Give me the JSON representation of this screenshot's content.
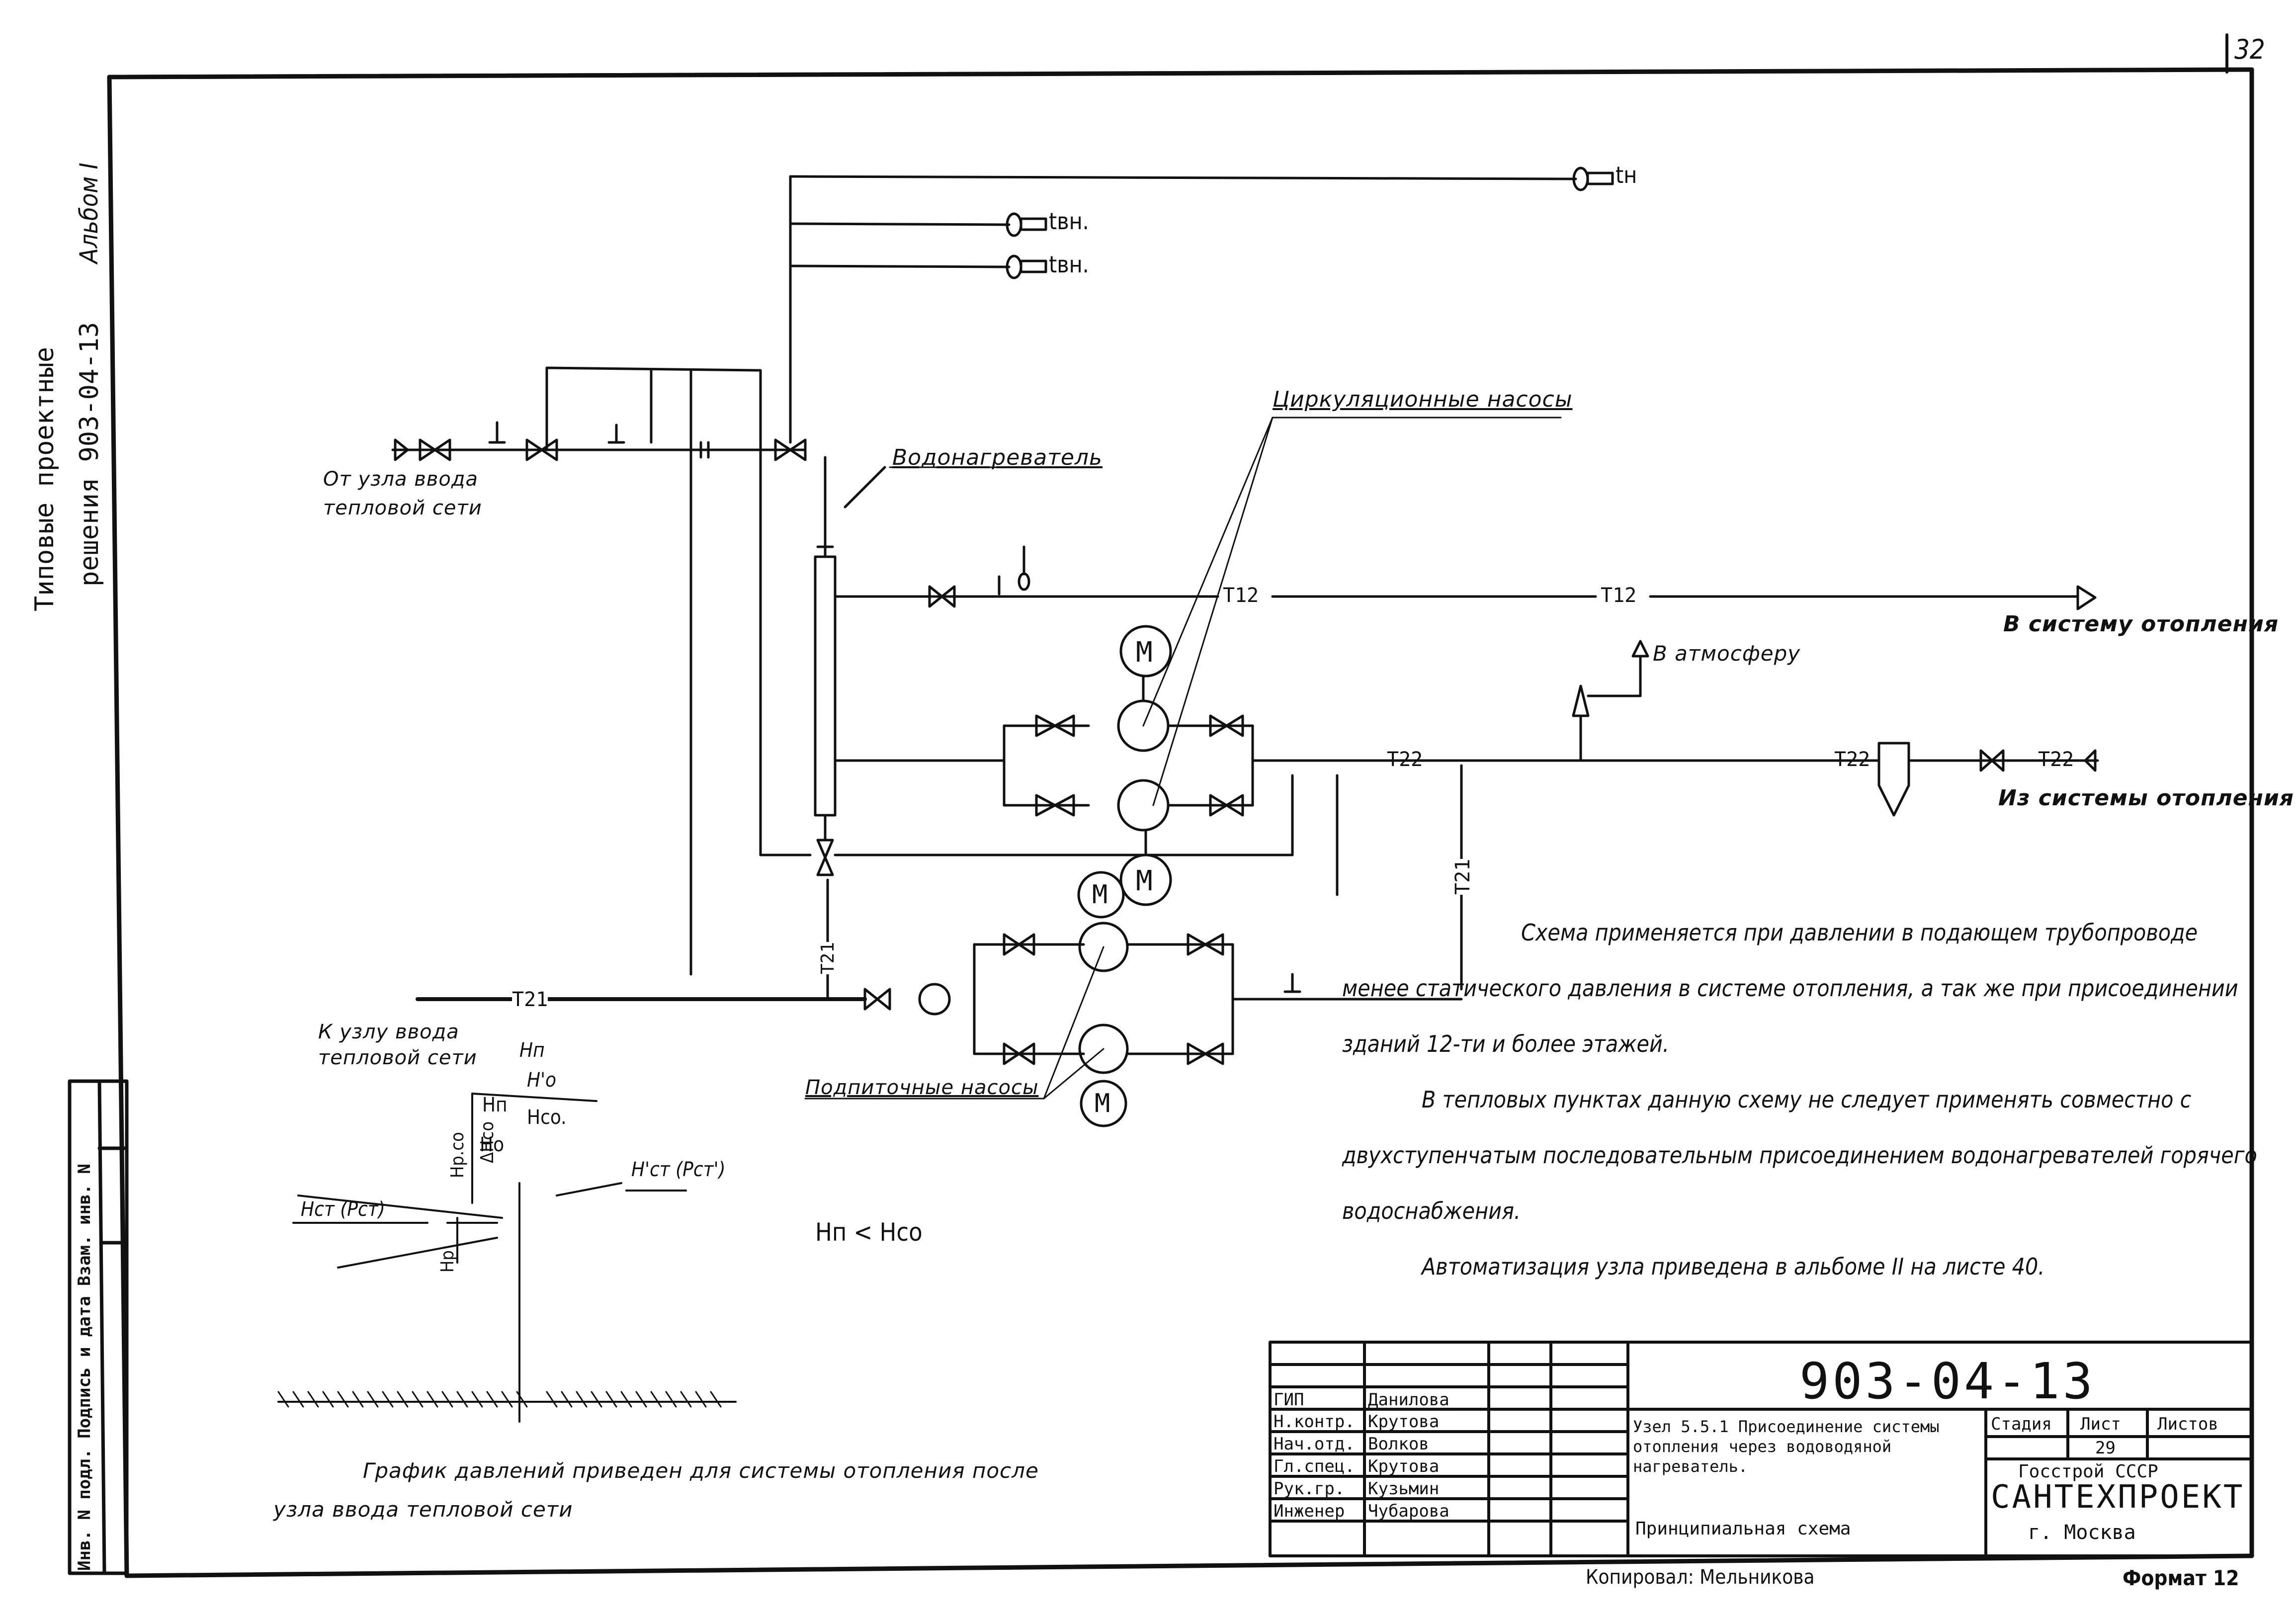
{
  "sheet": {
    "page_number": "32",
    "side_stamp": {
      "line1": "Типовые проектные",
      "line2": "решения 903-04-13",
      "album": "Альбом I"
    },
    "side_box_label": "Инв. N подл. Подпись и дата Взам. инв. N"
  },
  "diagram": {
    "labels": {
      "from_heat_network": [
        "От узла ввода",
        "тепловой сети"
      ],
      "to_heat_network": [
        "К узлу ввода",
        "тепловой сети"
      ],
      "water_heater": "Водонагреватель",
      "circulation_pumps": "Циркуляционные насосы",
      "makeup_pumps": "Подпиточные насосы",
      "to_heating_system": "В систему отопления",
      "from_heating_system": "Из системы отопления",
      "to_atmosphere": "В атмосферу",
      "t_outdoor": "tн",
      "t_indoor_1": "tвн.",
      "t_indoor_2": "tвн.",
      "pipe_T12_a": "T12",
      "pipe_T12_b": "T12",
      "pipe_T22_a": "T22",
      "pipe_T22_b": "T22",
      "pipe_T22_c": "T22",
      "pipe_T21_a": "T21",
      "pipe_T21_b": "T21",
      "pipe_T21_c": "T21",
      "motor": "M"
    },
    "pressure_graph": {
      "labels": {
        "Hn_top": "Hп",
        "Hp_co": "Hp.co",
        "dH_co": "ΔHco",
        "Ho_prime": "H'o",
        "Hst_prime": "H'ст (Pст')",
        "Hn_mid": "Hп",
        "Hco": "Hco.",
        "Hst": "Hст (Pст)",
        "Hp": "Hp",
        "Ho": "Ho"
      },
      "condition": "Hп < Hco"
    },
    "graph_note": [
      "График давлений приведен для системы отопления после",
      "узла ввода тепловой сети"
    ]
  },
  "notes": [
    "Схема применяется при давлении в подающем трубопроводе менее статического давления в системе отопления, а так же при присоединении зданий 12-ти и более этажей.",
    "В тепловых пунктах данную схему не следует применять совместно с двухступенчатым последовательным присоединением водонагревателей горячего водоснабжения.",
    "Автоматизация узла приведена в альбоме II на листе 40."
  ],
  "title_block": {
    "doc_number": "903-04-13",
    "roles": [
      {
        "role": "ГИП",
        "name": "Данилова"
      },
      {
        "role": "Н.контр.",
        "name": "Крутова"
      },
      {
        "role": "Нач.отд.",
        "name": "Волков"
      },
      {
        "role": "Гл.спец.",
        "name": "Крутова"
      },
      {
        "role": "Рук.гр.",
        "name": "Кузьмин"
      },
      {
        "role": "Инженер",
        "name": "Чубарова"
      }
    ],
    "title": "Узел 5.5.1 Присоединение системы отопления через водоводяной нагреватель.",
    "subtitle": "Принципиальная схема",
    "stage_label": "Стадия",
    "sheet_label": "Лист",
    "sheets_label": "Листов",
    "stage_value": "",
    "sheet_value": "29",
    "sheets_value": "",
    "org_line1": "Госстрой СССР",
    "org_name": "САНТЕХПРОЕКТ",
    "org_city": "г. Москва",
    "copied_by": "Копировал: Мельникова",
    "format": "Формат 12"
  }
}
